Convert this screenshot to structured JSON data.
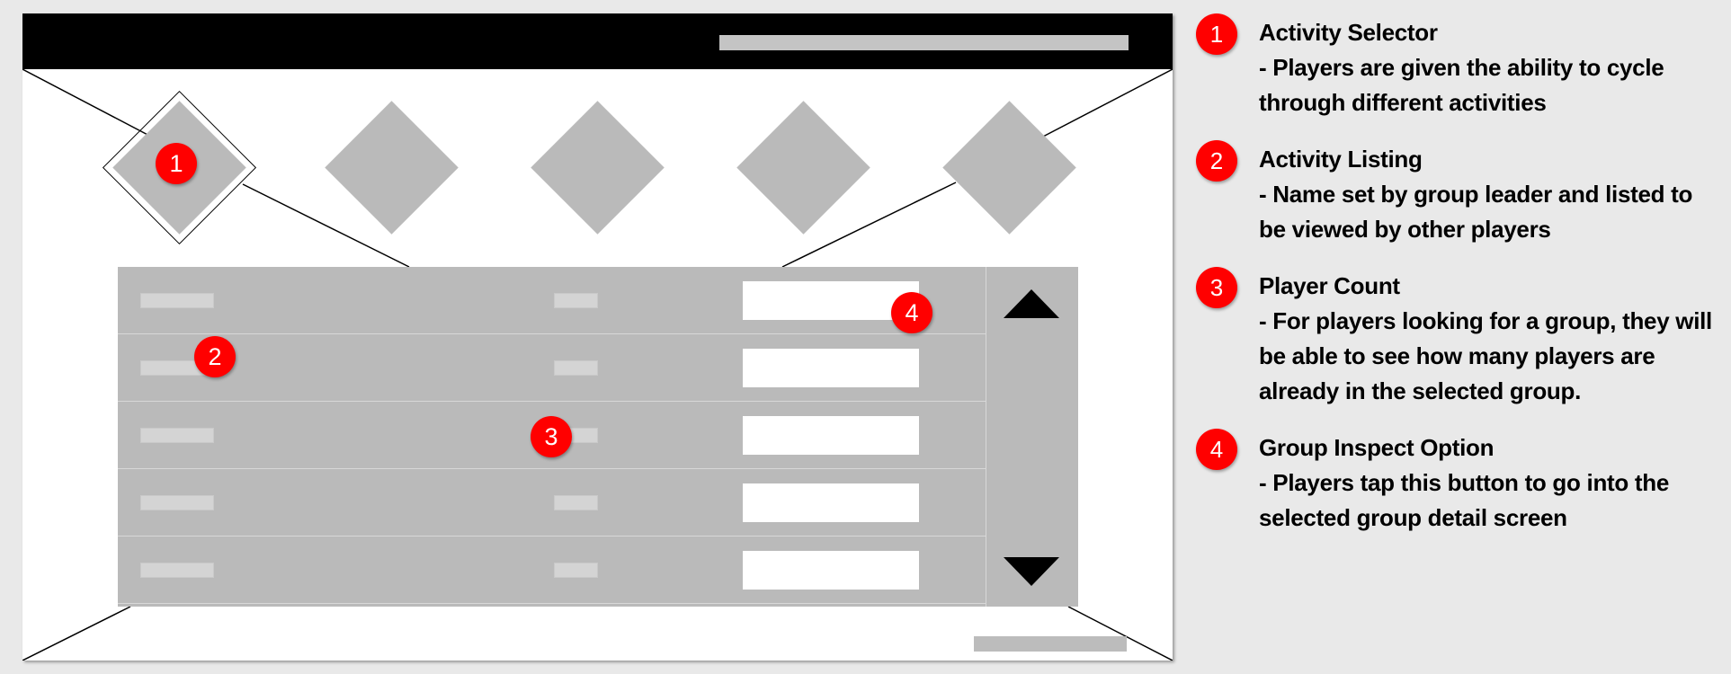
{
  "colors": {
    "canvas": "#e9e9e9",
    "wireframe_bg": "#ffffff",
    "header_bar": "#000000",
    "placeholder_gray": "#bababa",
    "marker_red": "#ff0000",
    "marker_text": "#ffffff"
  },
  "activity_selector": {
    "items": [
      "activity-1",
      "activity-2",
      "activity-3",
      "activity-4",
      "activity-5"
    ],
    "selected_index": 0
  },
  "activity_list": {
    "row_count": 5
  },
  "scrollbar": {
    "up_icon": "triangle-up-icon",
    "down_icon": "triangle-down-icon"
  },
  "markers": {
    "m1": "1",
    "m2": "2",
    "m3": "3",
    "m4": "4"
  },
  "legend": [
    {
      "number": "1",
      "title": "Activity Selector",
      "description": "- Players are given the ability to cycle through different activities"
    },
    {
      "number": "2",
      "title": "Activity Listing",
      "description": "- Name set by group leader and listed to be viewed by other players"
    },
    {
      "number": "3",
      "title": "Player Count",
      "description": "- For players looking for a group, they will be able to see how many players are already in the selected group."
    },
    {
      "number": "4",
      "title": "Group Inspect Option",
      "description": "- Players tap this button to go into the selected group detail screen"
    }
  ]
}
